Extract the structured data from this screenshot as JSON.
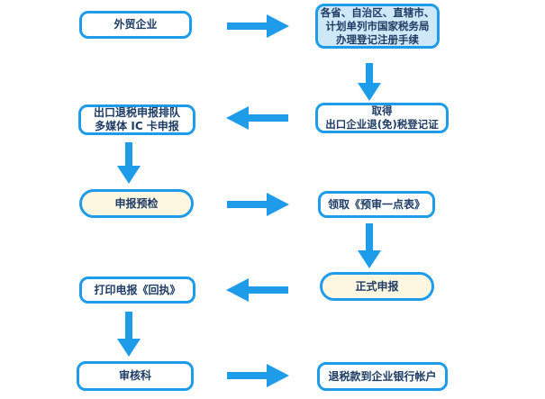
{
  "colors": {
    "accent_blue": "#1E9BE9",
    "light_blue_fill": "#CEE8F8",
    "cream_fill": "#FDF6E0",
    "white_fill": "#FFFFFF",
    "text_navy": "#1E3C64"
  },
  "chart_data": {
    "type": "flowchart",
    "nodes": [
      {
        "id": "waimao",
        "label": "外贸企业",
        "fill": "white"
      },
      {
        "id": "shengju",
        "label": "各省、自治区、直辖市、\n计划单列市国家税务局\n办理登记注册手续",
        "fill": "lightblue"
      },
      {
        "id": "qude",
        "label": "取得\n出口企业退(免)税登记证",
        "fill": "white"
      },
      {
        "id": "paidui",
        "label": "出口退税申报排队\n多媒体 IC 卡申报",
        "fill": "white"
      },
      {
        "id": "yujian",
        "label": "申报预检",
        "fill": "cream"
      },
      {
        "id": "lingqu",
        "label": "领取《预审一点表》",
        "fill": "white"
      },
      {
        "id": "zhengshi",
        "label": "正式申报",
        "fill": "cream"
      },
      {
        "id": "dayin",
        "label": "打印电报《回执》",
        "fill": "white"
      },
      {
        "id": "shenhe",
        "label": "审核科",
        "fill": "white"
      },
      {
        "id": "tuishui",
        "label": "退税款到企业银行帐户",
        "fill": "white"
      }
    ],
    "edges": [
      {
        "from": "waimao",
        "to": "shengju",
        "direction": "right"
      },
      {
        "from": "shengju",
        "to": "qude",
        "direction": "down"
      },
      {
        "from": "qude",
        "to": "paidui",
        "direction": "left"
      },
      {
        "from": "paidui",
        "to": "yujian",
        "direction": "down"
      },
      {
        "from": "yujian",
        "to": "lingqu",
        "direction": "right"
      },
      {
        "from": "lingqu",
        "to": "zhengshi",
        "direction": "down"
      },
      {
        "from": "zhengshi",
        "to": "dayin",
        "direction": "left"
      },
      {
        "from": "dayin",
        "to": "shenhe",
        "direction": "down"
      },
      {
        "from": "shenhe",
        "to": "tuishui",
        "direction": "right"
      }
    ]
  }
}
